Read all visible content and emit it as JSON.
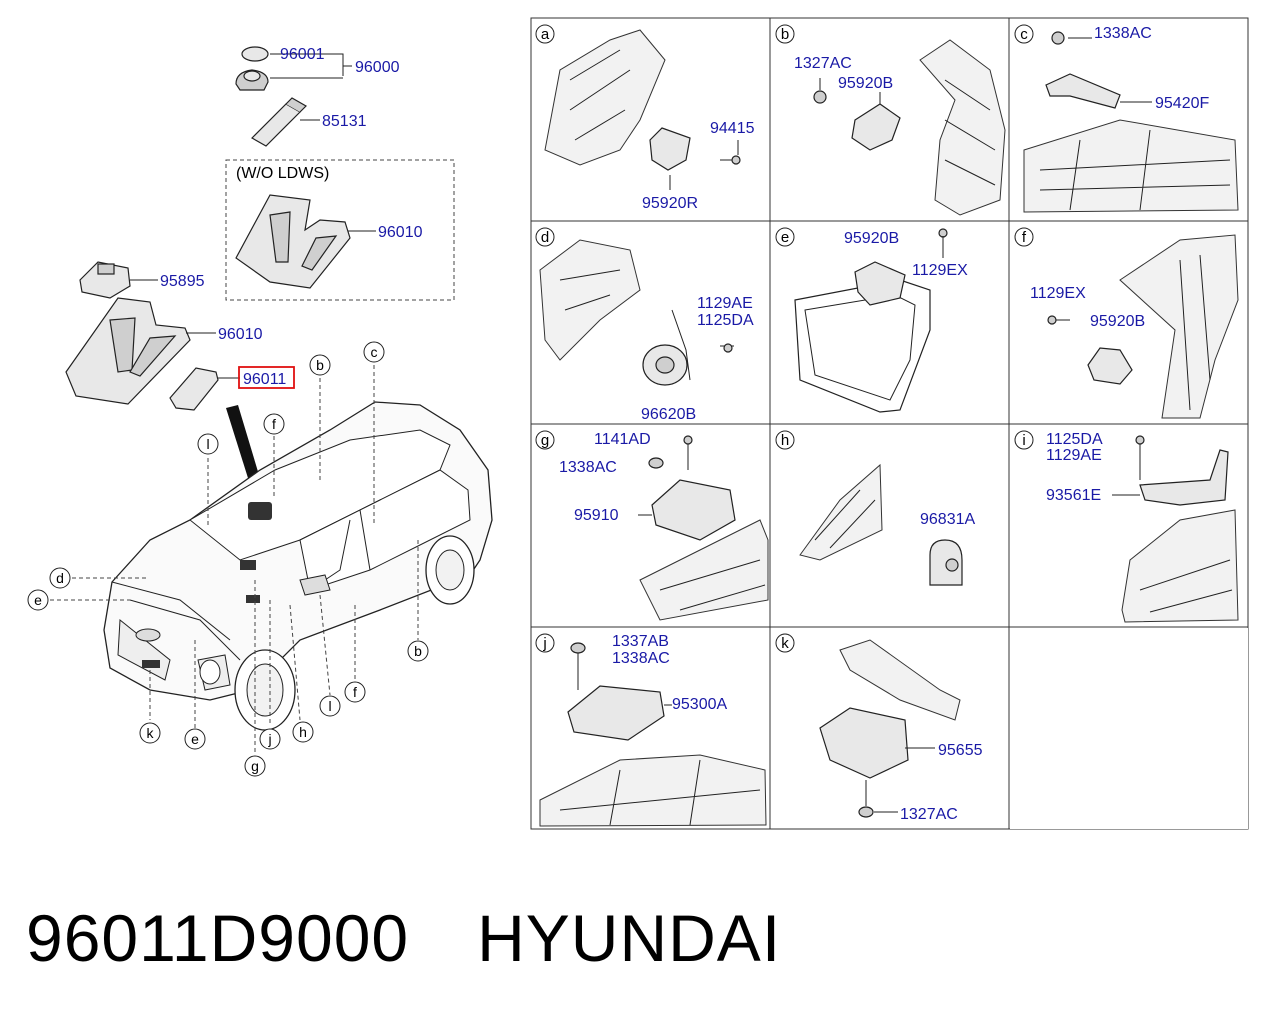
{
  "main_view": {
    "labels": {
      "p96001": "96001",
      "p96000": "96000",
      "p85131": "85131",
      "wo_ldws": "(W/O LDWS)",
      "p96010_a": "96010",
      "p95895": "95895",
      "p96010_b": "96010",
      "p96011": "96011"
    },
    "callouts": {
      "b_top": "b",
      "c_top": "c",
      "l_top": "l",
      "f_top": "f",
      "d": "d",
      "e_left": "e",
      "k": "k",
      "e_bottom": "e",
      "g": "g",
      "j": "j",
      "h": "h",
      "l_bottom": "l",
      "f_bottom": "f",
      "b_bottom": "b"
    }
  },
  "cells": {
    "a": {
      "letter": "a",
      "parts": [
        "94415",
        "95920R"
      ]
    },
    "b": {
      "letter": "b",
      "parts": [
        "1327AC",
        "95920B"
      ]
    },
    "c": {
      "letter": "c",
      "parts": [
        "1338AC",
        "95420F"
      ]
    },
    "d": {
      "letter": "d",
      "parts": [
        "1129AE",
        "1125DA",
        "96620B"
      ]
    },
    "e": {
      "letter": "e",
      "parts": [
        "95920B",
        "1129EX"
      ]
    },
    "f": {
      "letter": "f",
      "parts": [
        "1129EX",
        "95920B"
      ]
    },
    "g": {
      "letter": "g",
      "parts": [
        "1141AD",
        "1338AC",
        "95910"
      ]
    },
    "h": {
      "letter": "h",
      "parts": [
        "96831A"
      ]
    },
    "i": {
      "letter": "i",
      "parts": [
        "1125DA",
        "1129AE",
        "93561E"
      ]
    },
    "j": {
      "letter": "j",
      "parts": [
        "1337AB",
        "1338AC",
        "95300A"
      ]
    },
    "k": {
      "letter": "k",
      "parts": [
        "95655",
        "1327AC"
      ]
    }
  },
  "footer": {
    "part_number": "96011D9000",
    "brand": "HYUNDAI"
  },
  "colors": {
    "part_number_text": "#1a1aa6",
    "highlight_box": "#e01010"
  }
}
